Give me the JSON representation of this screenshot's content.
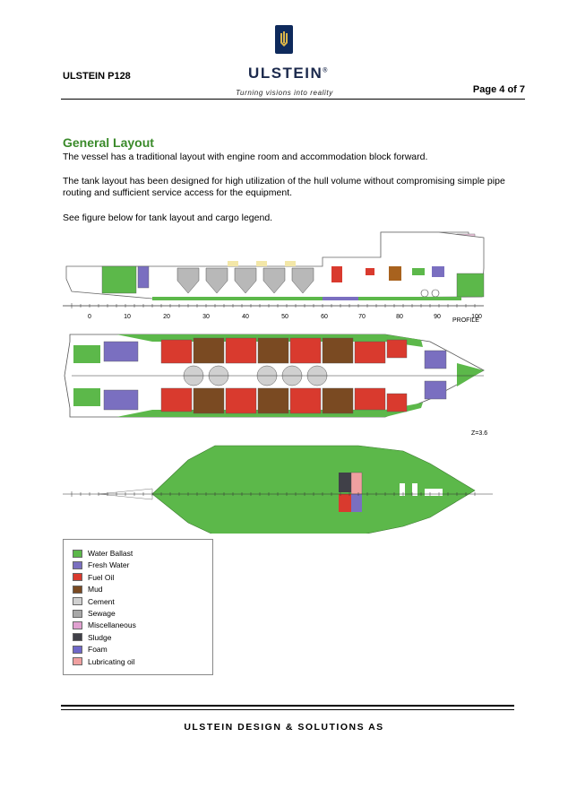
{
  "header": {
    "doc_id": "ULSTEIN P128",
    "page": "Page 4 of 7",
    "logo_text": "ULSTEIN",
    "registered_mark": "®",
    "tagline": "Turning visions into reality"
  },
  "content": {
    "section_title": "General Layout",
    "para1": "The vessel has a traditional layout with engine room and accommodation block forward.",
    "para2": "The tank layout has been designed for high utilization of the hull volume without compromising simple pipe routing and sufficient service access for the equipment.",
    "para3": "See figure below for tank layout and cargo legend."
  },
  "figure": {
    "profile_label": "PROFILE",
    "z_label": "Z=3.6",
    "scale_ticks": [
      "0",
      "10",
      "20",
      "30",
      "40",
      "50",
      "60",
      "70",
      "80",
      "90",
      "100"
    ]
  },
  "legend": {
    "items": [
      {
        "label": "Water Ballast",
        "color": "#5cb84a"
      },
      {
        "label": "Fresh Water",
        "color": "#7a6fc0"
      },
      {
        "label": "Fuel Oil",
        "color": "#d93a2e"
      },
      {
        "label": "Mud",
        "color": "#7a4a22"
      },
      {
        "label": "Cement",
        "color": "#d0d0d0"
      },
      {
        "label": "Sewage",
        "color": "#a8a8a8"
      },
      {
        "label": "Miscellaneous",
        "color": "#e0a0d0"
      },
      {
        "label": "Sludge",
        "color": "#404048"
      },
      {
        "label": "Foam",
        "color": "#6f68c8"
      },
      {
        "label": "Lubricating oil",
        "color": "#f0a0a0"
      }
    ]
  },
  "footer": {
    "company": "ULSTEIN DESIGN & SOLUTIONS AS"
  }
}
